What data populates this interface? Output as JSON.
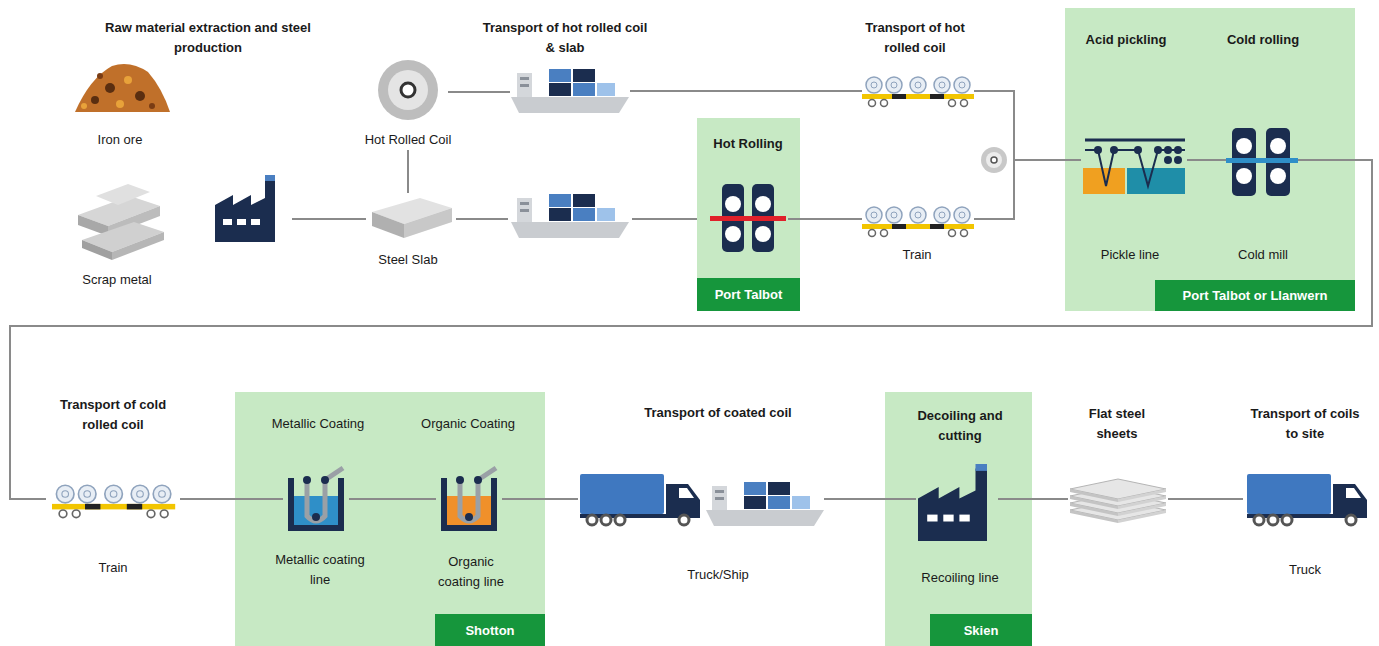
{
  "diagram": {
    "nodes": [
      {
        "text": [
          "Hot Rolled Coil"
        ]
      },
      {
        "text": [
          "Steel Slab"
        ]
      },
      {
        "text": [
          "Transport of hot rolled coil & slab"
        ]
      },
      {
        "text": [
          "Port Talbot"
        ]
      },
      {
        "text": [
          "Hot Rolling"
        ],
        "in": 3
      },
      {
        "text": [
          "Transport of hot rolled coil"
        ]
      },
      {
        "text": [
          "Train"
        ]
      },
      {
        "text": [
          "Port Talbot or Llanwern"
        ]
      },
      {
        "text": [
          "Acid pickling",
          "Pickle line"
        ],
        "in": 7
      },
      {
        "text": [
          "Cold rolling",
          "Cold mill"
        ],
        "in": 7
      },
      {
        "text": [
          "Transport of cold rolled coil",
          "Train"
        ]
      },
      {
        "text": [
          "Shotton"
        ]
      },
      {
        "text": [
          "Metallic Coating",
          "Metallic coating line"
        ],
        "in": 11
      },
      {
        "text": [
          "Organic Coating",
          "Organic coating line"
        ],
        "in": 11
      },
      {
        "text": [
          "Transport of coated coil",
          "Truck/Ship"
        ]
      },
      {
        "text": [
          "Skien"
        ]
      },
      {
        "text": [
          "Decoiling and cutting",
          "Recoiling line"
        ],
        "in": 15
      },
      {
        "text": [
          "Flat steel sheets"
        ]
      },
      {
        "text": [
          "Transport of coils to site",
          "Truck"
        ]
      }
    ],
    "edges": [
      {
        "from": 0,
        "to": 1,
        "arrow": "none"
      },
      {
        "from": 0,
        "to": 2,
        "arrow": "none"
      },
      {
        "from": 2,
        "to": 5,
        "arrow": "none"
      },
      {
        "from": 4,
        "to": 6,
        "arrow": "none"
      },
      {
        "from": 5,
        "to": 8,
        "arrow": "none"
      },
      {
        "from": 6,
        "to": 8,
        "arrow": "none"
      },
      {
        "from": 8,
        "to": 9,
        "arrow": "none"
      },
      {
        "from": 9,
        "to": 10,
        "arrow": "none"
      },
      {
        "from": 10,
        "to": 12,
        "arrow": "none"
      },
      {
        "from": 12,
        "to": 13,
        "arrow": "none"
      },
      {
        "from": 13,
        "to": 14,
        "arrow": "none"
      },
      {
        "from": 14,
        "to": 16,
        "arrow": "none"
      },
      {
        "from": 16,
        "to": 17,
        "arrow": "none"
      },
      {
        "from": 17,
        "to": 18,
        "arrow": "none"
      }
    ],
    "labels": [
      "Raw material extraction and steel production",
      "Iron ore",
      "Scrap metal"
    ]
  }
}
